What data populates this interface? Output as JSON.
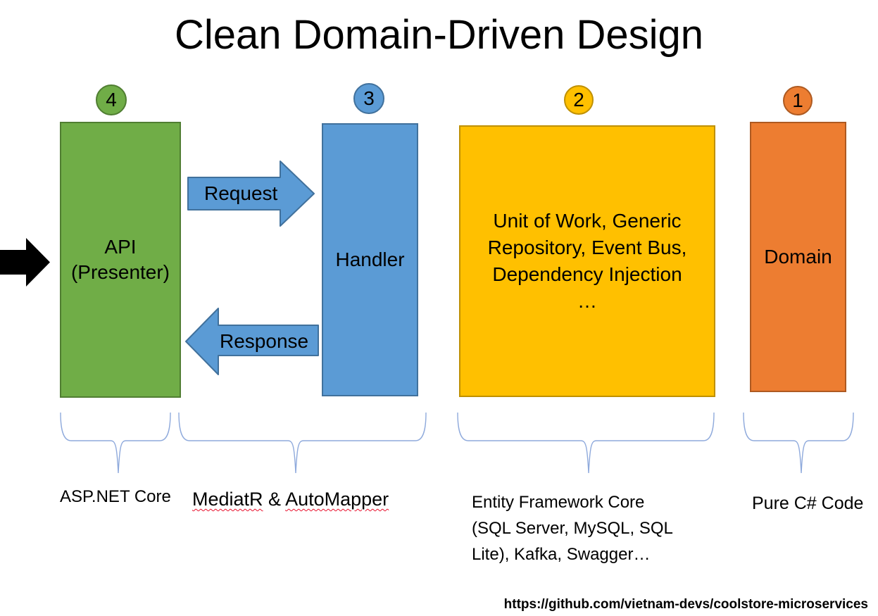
{
  "title": "Clean Domain-Driven Design",
  "diagram": {
    "layers": [
      {
        "number": "4",
        "box_label": "API\n(Presenter)",
        "caption": "ASP.NET Core"
      },
      {
        "number": "3",
        "box_label": "Handler",
        "caption_word1": "MediatR",
        "caption_sep": " & ",
        "caption_word2": "AutoMapper"
      },
      {
        "number": "2",
        "box_label": "Unit of Work, Generic\nRepository, Event Bus,\nDependency Injection\n…",
        "caption": "Entity Framework Core\n(SQL Server, MySQL, SQL\nLite), Kafka, Swagger…"
      },
      {
        "number": "1",
        "box_label": "Domain",
        "caption": "Pure C# Code"
      }
    ],
    "arrows": {
      "request": "Request",
      "response": "Response"
    }
  },
  "footer": {
    "repo_url": "https://github.com/vietnam-devs/coolstore-microservices"
  },
  "colors": {
    "api_fill": "#70AD47",
    "api_border": "#507E32",
    "handler_fill": "#5B9BD5",
    "handler_border": "#41719C",
    "infrastructure_fill": "#FFC000",
    "infrastructure_border": "#BF9000",
    "domain_fill": "#ED7D31",
    "domain_border": "#AE5A21",
    "brace": "#8FAADC",
    "entry_arrow": "#000000",
    "spellcheck_underline": "#E8112D"
  }
}
